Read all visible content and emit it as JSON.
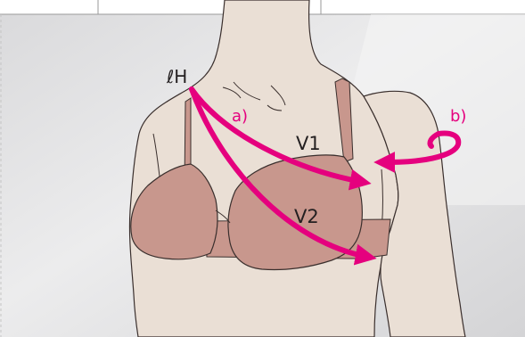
{
  "labels": {
    "point": "ℓH",
    "path_a": "a)",
    "path_b": "b)",
    "measure_v1": "V1",
    "measure_v2": "V2"
  },
  "colors": {
    "arrow": "#e5007e",
    "skin": "#eadfd5",
    "bra": "#c8978d",
    "outline": "#3a2f2d",
    "background": "#e9e9ea"
  },
  "icons": [
    "arrow-a-icon",
    "arrow-b-icon"
  ]
}
